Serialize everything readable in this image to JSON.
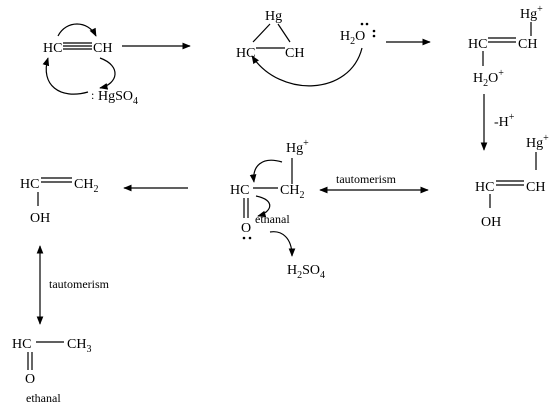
{
  "step1": {
    "hc": "HC",
    "ch": "CH",
    "reagent_prefix": "HgSO",
    "reagent_sub": "4",
    "lone_pair": ":"
  },
  "step2": {
    "hg": "Hg",
    "hc": "HC",
    "ch": "CH",
    "water_h": "H",
    "water_sub": "2",
    "water_o": "O"
  },
  "step3": {
    "hg": "Hg",
    "hg_charge": "+",
    "hc": "HC",
    "ch": "CH",
    "h2o_h": "H",
    "h2o_sub": "2",
    "h2o_o": "O",
    "h2o_charge": "+",
    "minus_h": "-H",
    "minus_h_charge": "+"
  },
  "step4": {
    "hg": "Hg",
    "hg_charge": "+",
    "hc": "HC",
    "ch": "CH",
    "oh": "OH"
  },
  "step5": {
    "hg": "Hg",
    "hg_charge": "+",
    "hc": "HC",
    "ch2": "CH",
    "ch2_sub": "2",
    "o": "O",
    "label": "ethanal",
    "product_h": "H",
    "product_sub1": "2",
    "product_so": "SO",
    "product_sub2": "4"
  },
  "step6": {
    "hc": "HC",
    "ch2": "CH",
    "ch2_sub": "2",
    "oh": "OH"
  },
  "step7": {
    "hc": "HC",
    "ch3": "CH",
    "ch3_sub": "3",
    "o": "O",
    "label": "ethanal"
  },
  "tautomerism_1": "tautomerism",
  "tautomerism_2": "tautomerism"
}
